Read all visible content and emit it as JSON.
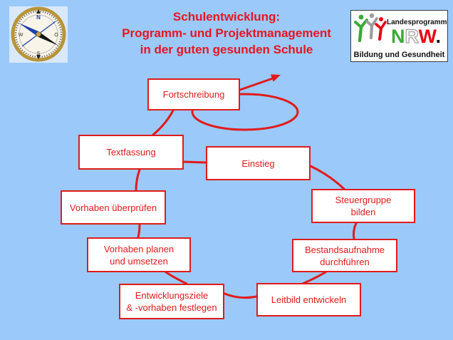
{
  "title": {
    "lines": [
      "Schulentwicklung:",
      "Programm- und Projektmanagement",
      "in der guten gesunden Schule"
    ]
  },
  "header": {
    "logo": {
      "program": "Landesprogramm",
      "brand_n": "N",
      "brand_r": "R",
      "brand_w": "W",
      "brand_dot": ".",
      "subtitle": "Bildung und Gesundheit"
    },
    "compass": {
      "n": "N",
      "o": "O",
      "s": "S",
      "w": "W"
    }
  },
  "diagram": {
    "nodes": [
      {
        "id": "fortschreibung",
        "label": "Fortschreibung"
      },
      {
        "id": "textfassung",
        "label": "Textfassung"
      },
      {
        "id": "einstieg",
        "label": "Einstieg"
      },
      {
        "id": "steuergruppe",
        "label": "Steuergruppe\nbilden"
      },
      {
        "id": "bestandsaufnahme",
        "label": "Bestandsaufnahme\ndurchführen"
      },
      {
        "id": "leitbild",
        "label": "Leitbild entwickeln"
      },
      {
        "id": "entwicklungsziele",
        "label": "Entwicklungsziele\n& -vorhaben festlegen"
      },
      {
        "id": "vorhaben_planen",
        "label": "Vorhaben planen\nund umsetzen"
      },
      {
        "id": "vorhaben_ueberpruefen",
        "label": "Vorhaben überprüfen"
      }
    ]
  },
  "colors": {
    "background": "#9bc9fa",
    "diagram_red": "#e01b1b",
    "title_red": "#e8151f",
    "logo_green": "#3aaa35",
    "logo_gray": "#9d9d9c",
    "logo_red": "#e30613",
    "compass_blue": "#1b3faa"
  }
}
